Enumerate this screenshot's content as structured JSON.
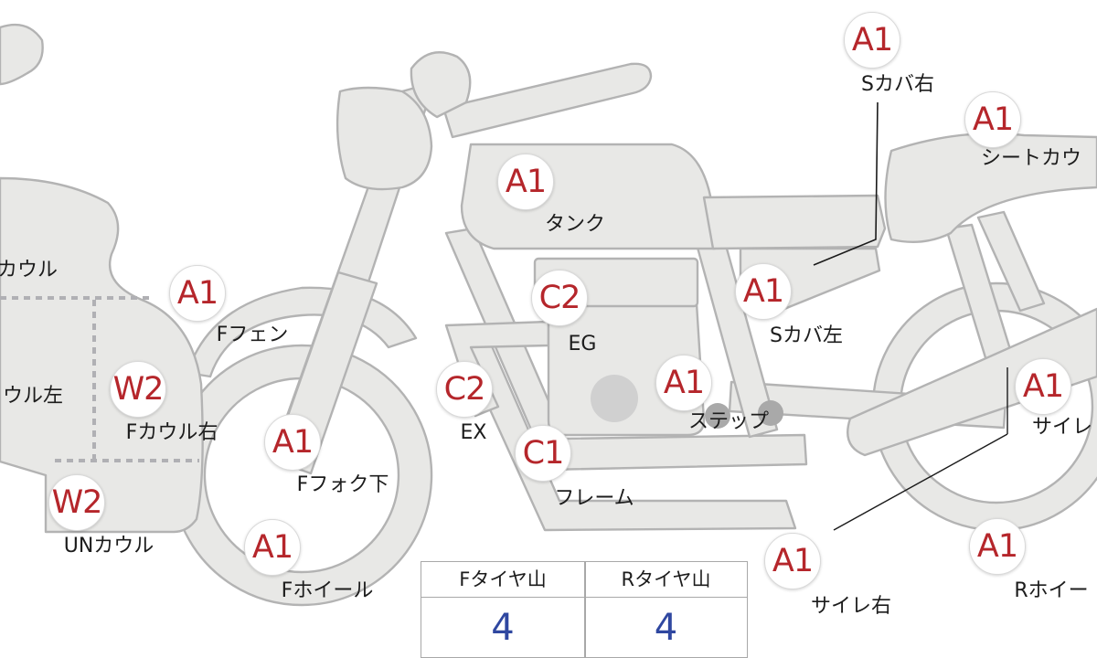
{
  "diagram": {
    "parts": [
      {
        "id": "s-cover-right",
        "grade": "A1",
        "label": "Sカバ右"
      },
      {
        "id": "seat-cowl",
        "grade": "A1",
        "label": "シートカウ"
      },
      {
        "id": "tank",
        "grade": "A1",
        "label": "タンク"
      },
      {
        "id": "front-cowl",
        "grade": "",
        "label": "カウル"
      },
      {
        "id": "f-fender",
        "grade": "A1",
        "label": "Fフェン"
      },
      {
        "id": "engine",
        "grade": "C2",
        "label": "EG"
      },
      {
        "id": "s-cover-left",
        "grade": "A1",
        "label": "Sカバ左"
      },
      {
        "id": "f-cowl-left",
        "grade": "",
        "label": "ウル左"
      },
      {
        "id": "f-cowl-right",
        "grade": "W2",
        "label": "Fカウル右"
      },
      {
        "id": "exhaust",
        "grade": "C2",
        "label": "EX"
      },
      {
        "id": "step",
        "grade": "A1",
        "label": "ステップ"
      },
      {
        "id": "silencer-left",
        "grade": "A1",
        "label": "サイレ"
      },
      {
        "id": "f-fork-lower",
        "grade": "A1",
        "label": "Fフォク下"
      },
      {
        "id": "frame",
        "grade": "C1",
        "label": "フレーム"
      },
      {
        "id": "under-cowl",
        "grade": "W2",
        "label": "UNカウル"
      },
      {
        "id": "f-wheel",
        "grade": "A1",
        "label": "Fホイール"
      },
      {
        "id": "silencer-right",
        "grade": "A1",
        "label": "サイレ右"
      },
      {
        "id": "r-wheel",
        "grade": "A1",
        "label": "Rホイー"
      }
    ]
  },
  "tire_table": {
    "front": {
      "header": "Fタイヤ山",
      "value": "4"
    },
    "rear": {
      "header": "Rタイヤ山",
      "value": "4"
    }
  }
}
